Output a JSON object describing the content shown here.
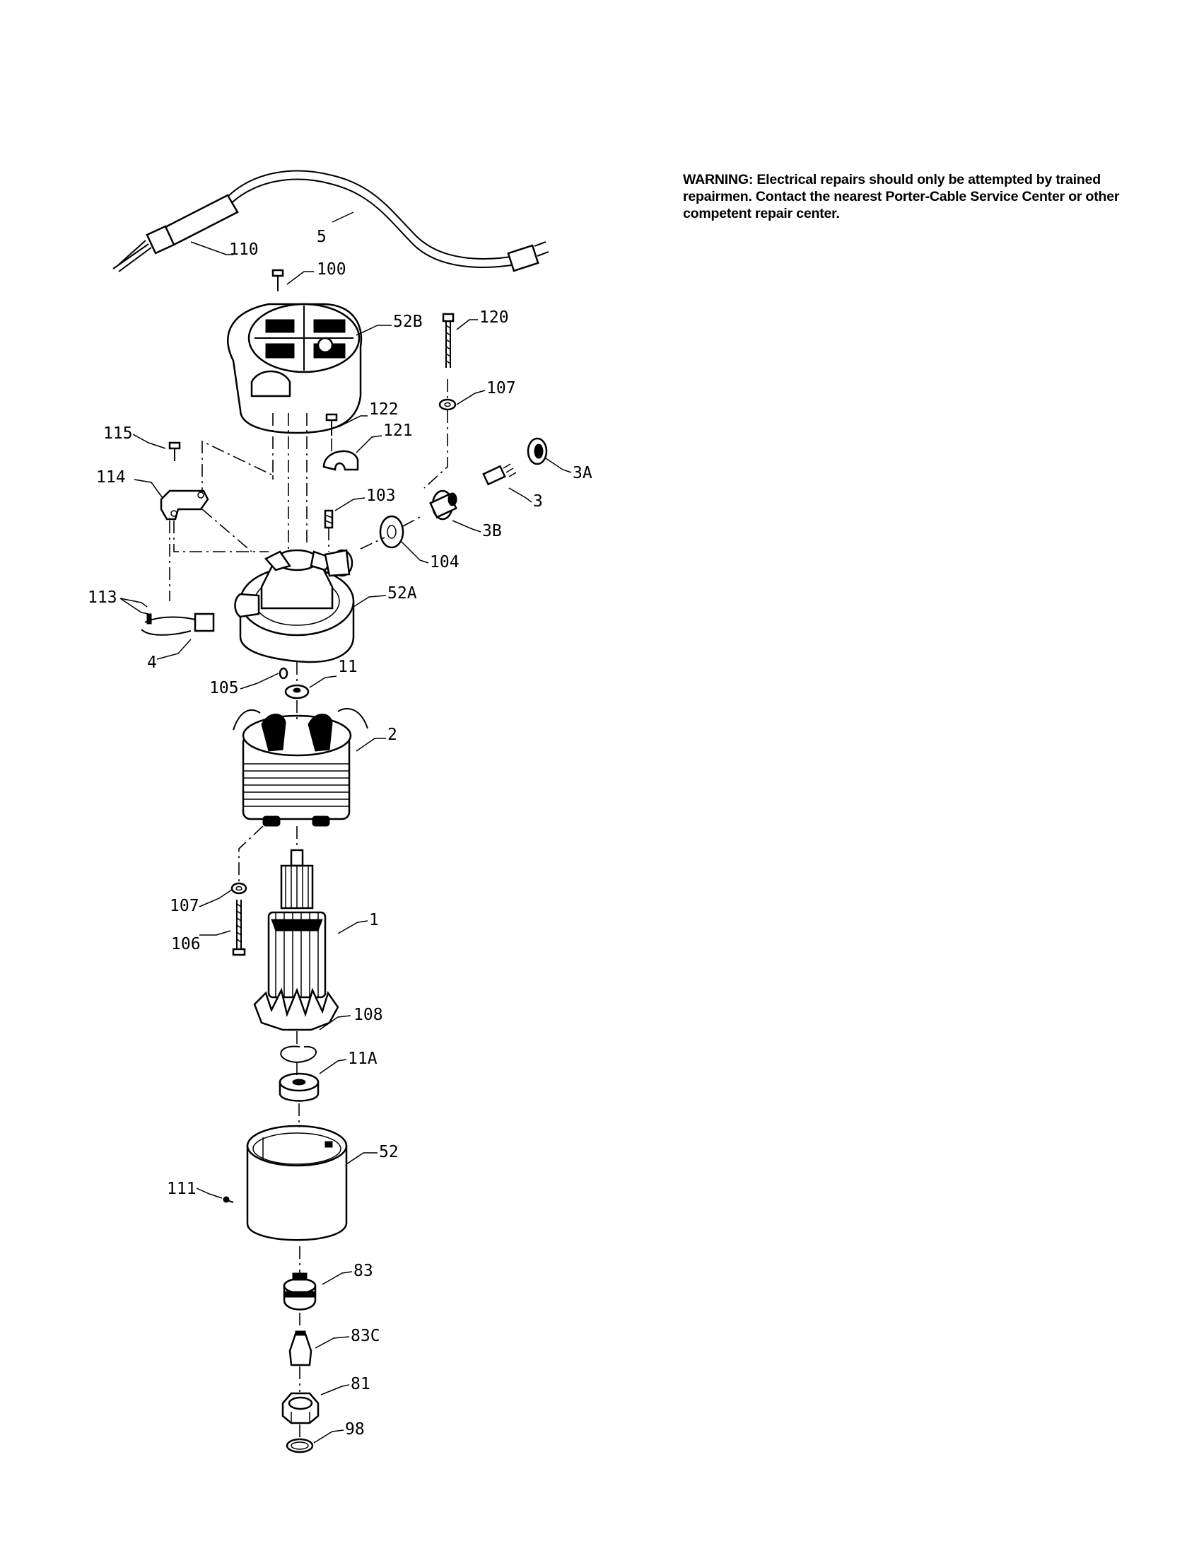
{
  "warning": {
    "text": "WARNING:  Electrical repairs should only be attempted by trained repairmen.  Contact the nearest Porter-Cable Service Center or other competent repair center."
  },
  "callouts": {
    "p110": "110",
    "p5": "5",
    "p100": "100",
    "p52B": "52B",
    "p120": "120",
    "p107a": "107",
    "p122": "122",
    "p121": "121",
    "p115": "115",
    "p114": "114",
    "p103": "103",
    "p3A": "3A",
    "p3": "3",
    "p3B": "3B",
    "p104": "104",
    "p52A": "52A",
    "p113": "113",
    "p4": "4",
    "p105": "105",
    "p11": "11",
    "p2": "2",
    "p107b": "107",
    "p106": "106",
    "p1": "1",
    "p108": "108",
    "p11A": "11A",
    "p52": "52",
    "p111": "111",
    "p83": "83",
    "p83C": "83C",
    "p81": "81",
    "p98": "98"
  }
}
